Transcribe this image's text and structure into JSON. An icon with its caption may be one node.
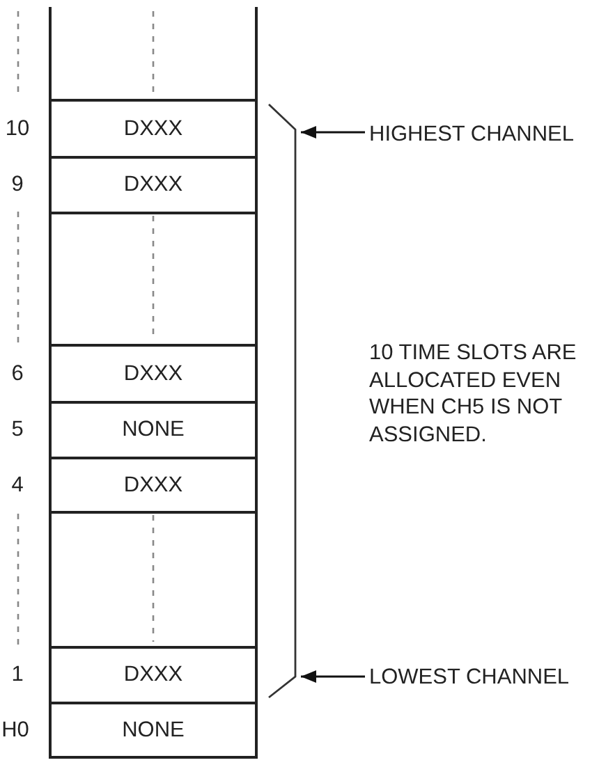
{
  "diagram": {
    "nodes": [
      {
        "text": [
          "DXXX"
        ],
        "beside": [
          "10"
        ]
      },
      {
        "text": [
          "DXXX"
        ],
        "beside": [
          "9"
        ]
      },
      {
        "text": [],
        "shape": "box"
      },
      {
        "text": [
          "DXXX"
        ],
        "beside": [
          "6"
        ]
      },
      {
        "text": [
          "NONE"
        ],
        "beside": [
          "5"
        ]
      },
      {
        "text": [
          "DXXX"
        ],
        "beside": [
          "4"
        ]
      },
      {
        "text": [],
        "shape": "box"
      },
      {
        "text": [
          "DXXX"
        ],
        "beside": [
          "1"
        ]
      },
      {
        "text": [
          "NONE"
        ],
        "beside": [
          "H0"
        ]
      },
      {
        "text": [
          "HIGHEST CHANNEL"
        ]
      },
      {
        "text": [
          "LOWEST CHANNEL"
        ]
      },
      {
        "text": [],
        "shape": "bracket"
      }
    ],
    "edges": [
      {
        "from": 9,
        "to": 11,
        "arrow": "to"
      },
      {
        "from": 10,
        "to": 11,
        "arrow": "to"
      }
    ],
    "labels": [
      "10 TIME SLOTS ARE ALLOCATED EVEN WHEN CH5 IS NOT ASSIGNED."
    ]
  }
}
